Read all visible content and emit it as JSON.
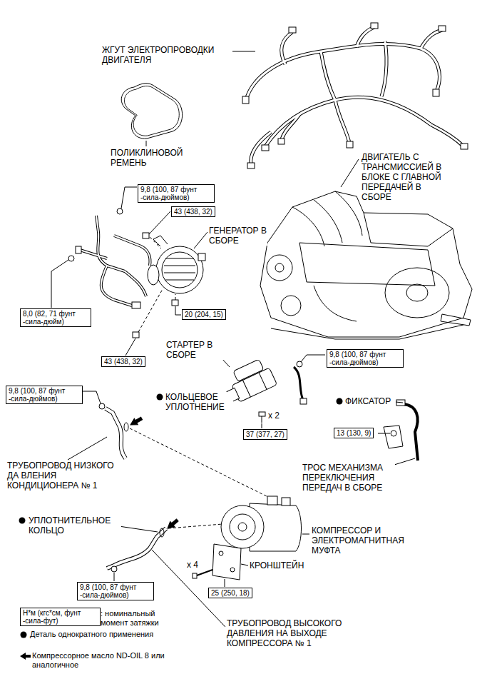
{
  "diagram": {
    "nodes": [
      {
        "text": [
          "9,8 (100, 87 фунт -сила-дюймов)"
        ]
      },
      {
        "text": [
          "43 (438, 32)"
        ]
      },
      {
        "text": [
          "8,0 (82, 71 фунт -сила-дюйм)"
        ]
      },
      {
        "text": [
          "20 (204, 15)"
        ]
      },
      {
        "text": [
          "43 (438, 32)"
        ]
      },
      {
        "text": [
          "9,8 (100, 87 фунт -сила-дюймов)"
        ]
      },
      {
        "text": [
          "9,8 (100, 87 фунт -сила-дюймов)"
        ]
      },
      {
        "text": [
          "37 (377, 27)"
        ]
      },
      {
        "text": [
          "13 (130, 9)"
        ]
      },
      {
        "text": [
          "9,8 (100, 87 фунт -сила-дюймов)"
        ]
      },
      {
        "text": [
          "25 (250, 18)"
        ]
      },
      {
        "text": [
          "Н*м (кгс*см, фунт -сила-фут)"
        ]
      }
    ],
    "labels": [
      "ЖГУТ ЭЛЕКТРОПРОВОДКИ ДВИГАТЕЛЯ",
      "ПОЛИКЛИНОВОЙ РЕМЕНЬ",
      "ДВИГАТЕЛЬ С ТРАНСМИССИЕЙ В БЛОКЕ С ГЛАВНОЙ ПЕРЕДАЧЕЙ В СБОРЕ",
      "ГЕНЕРАТОР В СБОРЕ",
      "СТАРТЕР В СБОРЕ",
      "КОЛЬЦЕВОЕ УПЛОТНЕНИЕ",
      "ФИКСАТОР",
      "x 2",
      "ТРУБОПРОВОД НИЗКОГО ДА ВЛЕНИЯ КОНДИЦИОНЕРА № 1",
      "ТРОС МЕХАНИЗМА ПЕРЕКЛЮЧЕНИЯ ПЕРЕДАЧ В СБОРЕ",
      "УПЛОТНИТЕЛЬНОЕ КОЛЬЦО",
      "КОМПРЕССОР И ЭЛЕКТРОМАГНИТНАЯ МУФТА",
      "КРОНШТЕЙН",
      "x 4",
      "ТРУБОПРОВОД ВЫСОКОГО ДАВЛЕНИЯ НА ВЫХОДЕ КОМПРЕССОРА № 1"
    ],
    "legend": [
      {
        "text": ": номинальный момент затяжки"
      },
      {
        "text": "Деталь однократного применения"
      },
      {
        "text": "Компрессорное масло ND-OIL 8 или аналогичное"
      }
    ]
  }
}
